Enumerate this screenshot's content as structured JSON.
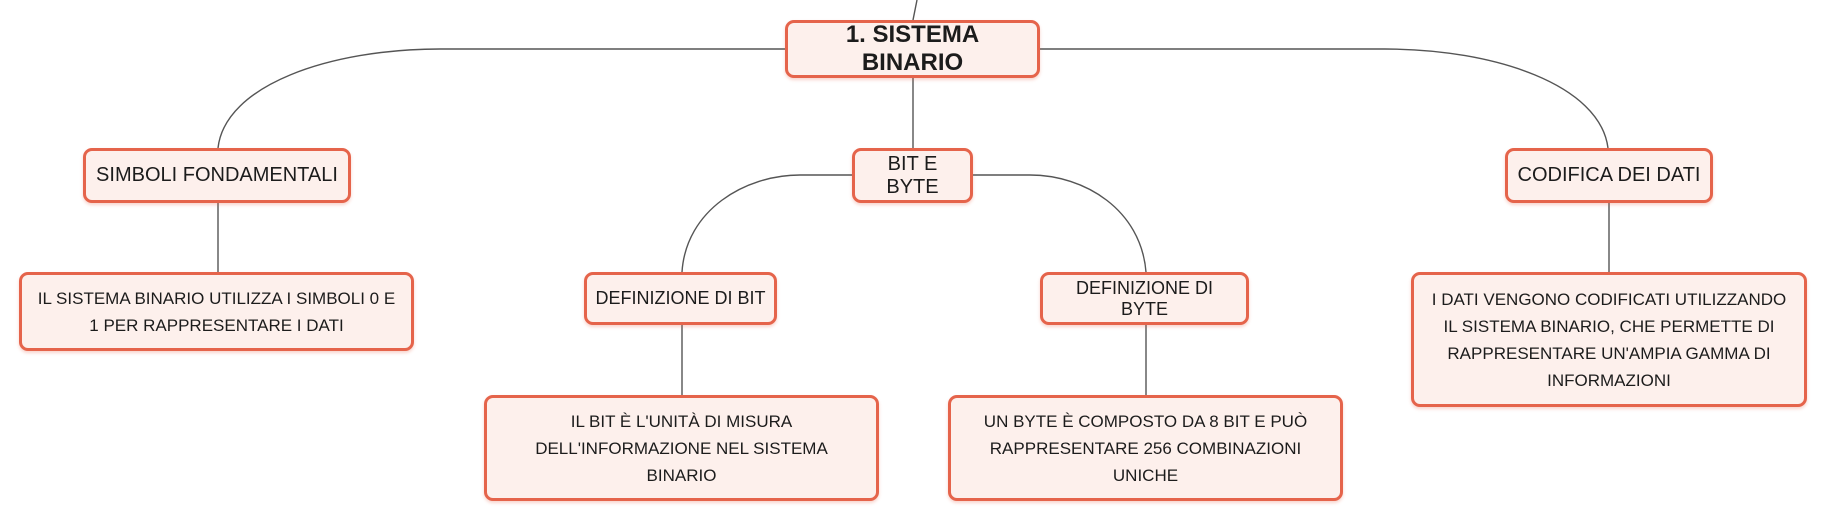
{
  "colors": {
    "border": "#e5644b",
    "fill": "#fdf0ec",
    "line": "#555555"
  },
  "nodes": {
    "root": "1. SISTEMA BINARIO",
    "simboli": "SIMBOLI FONDAMENTALI",
    "bitbyte": "BIT E BYTE",
    "codifica": "CODIFICA DEI DATI",
    "simboli_desc": "IL SISTEMA BINARIO UTILIZZA I SIMBOLI 0 E 1 PER RAPPRESENTARE I DATI",
    "def_bit": "DEFINIZIONE DI BIT",
    "def_byte": "DEFINIZIONE DI BYTE",
    "codifica_desc": "I DATI VENGONO CODIFICATI UTILIZZANDO IL SISTEMA BINARIO, CHE PERMETTE DI RAPPRESENTARE UN'AMPIA GAMMA DI INFORMAZIONI",
    "bit_desc": "IL BIT È L'UNITÀ DI MISURA DELL'INFORMAZIONE NEL SISTEMA BINARIO",
    "byte_desc": "UN BYTE È COMPOSTO DA 8 BIT E PUÒ RAPPRESENTARE 256 COMBINAZIONI UNICHE"
  }
}
